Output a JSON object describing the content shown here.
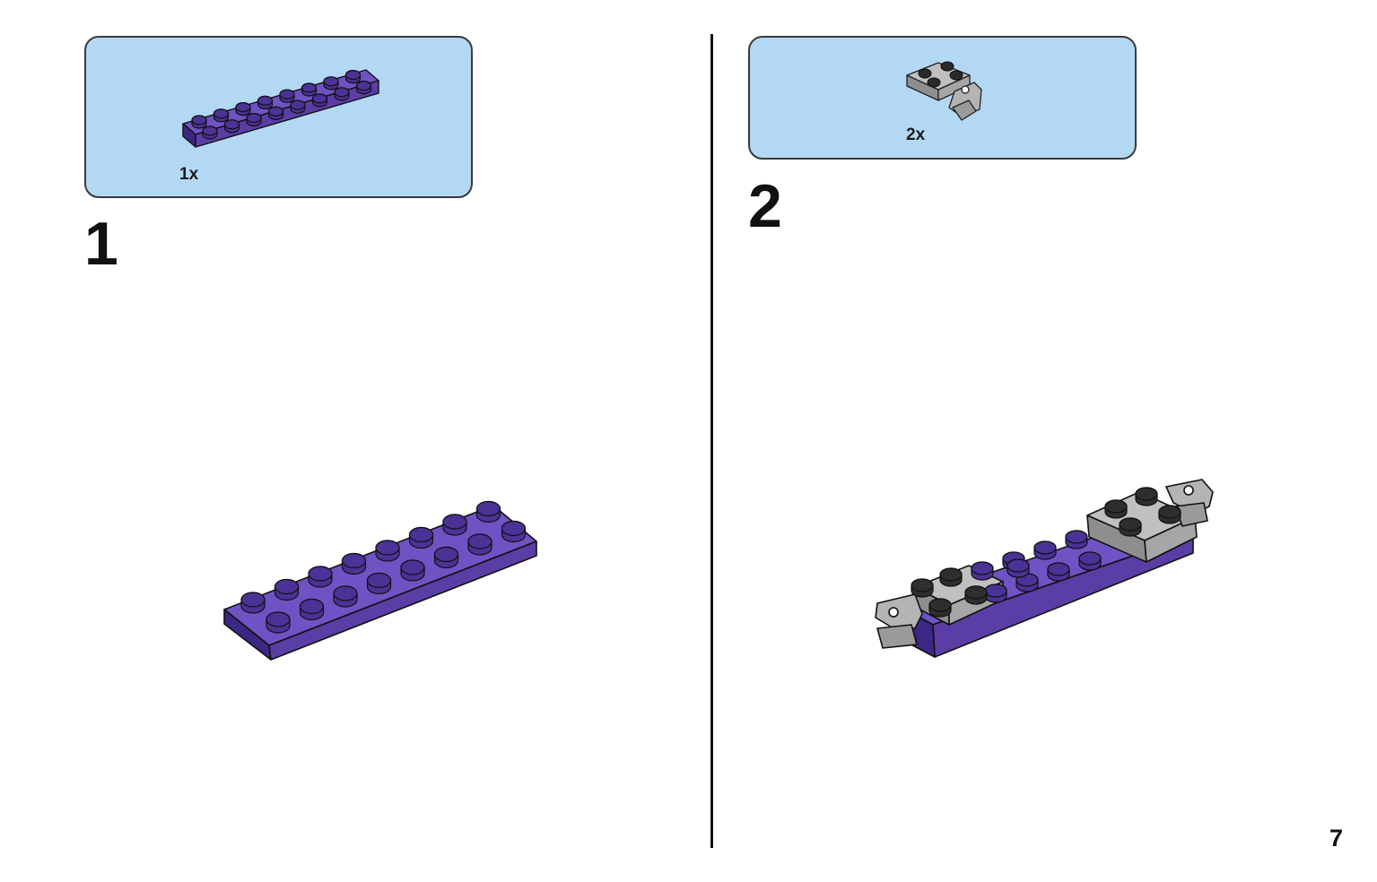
{
  "steps": [
    {
      "number": "1",
      "parts_quantity": "1x"
    },
    {
      "number": "2",
      "parts_quantity": "2x"
    }
  ],
  "page_number": "7",
  "colors": {
    "callout_bg": "#b3d8f4",
    "plate_purple": "#5a3ea6",
    "hinge_grey": "#a8a8a8"
  },
  "icons": [
    "purple-plate-2x8-icon",
    "grey-hinge-plate-icon"
  ]
}
